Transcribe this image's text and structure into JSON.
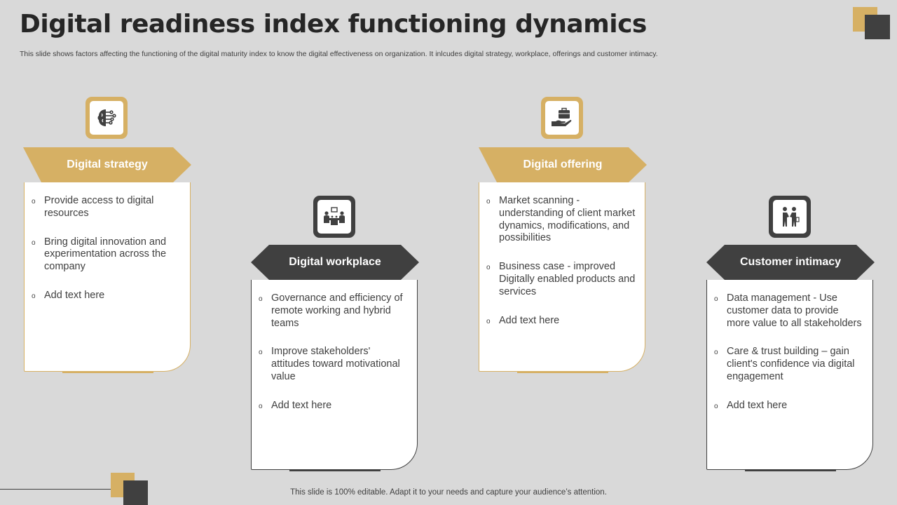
{
  "title": "Digital readiness index functioning dynamics",
  "subtitle": "This slide shows factors affecting the functioning of the digital maturity index to know the digital effectiveness on organization. It inlcudes digital strategy, workplace, offerings and customer intimacy.",
  "footer": "This slide is 100% editable. Adapt it to your needs and capture your audience’s attention.",
  "colors": {
    "gold": "#d6b064",
    "dark": "#404040",
    "background": "#d9d9d9"
  },
  "cards": [
    {
      "heading": "Digital strategy",
      "icon": "brain-circuit-icon",
      "items": [
        "Provide access to digital resources",
        "Bring digital innovation and experimentation across the company",
        "Add text here"
      ]
    },
    {
      "heading": "Digital workplace",
      "icon": "meeting-table-icon",
      "items": [
        "Governance and efficiency of remote working and hybrid teams",
        "Improve stakeholders' attitudes toward motivational value",
        "Add text here"
      ]
    },
    {
      "heading": "Digital offering",
      "icon": "hand-briefcase-icon",
      "items": [
        "Market scanning - understanding of client market dynamics, modifications, and possibilities",
        "Business case -  improved Digitally enabled products and services",
        "Add text here"
      ]
    },
    {
      "heading": "Customer intimacy",
      "icon": "handshake-people-icon",
      "items": [
        "Data management - Use customer data to provide more value to all stakeholders",
        "Care & trust building – gain client's confidence via digital engagement",
        "Add text here"
      ]
    }
  ]
}
